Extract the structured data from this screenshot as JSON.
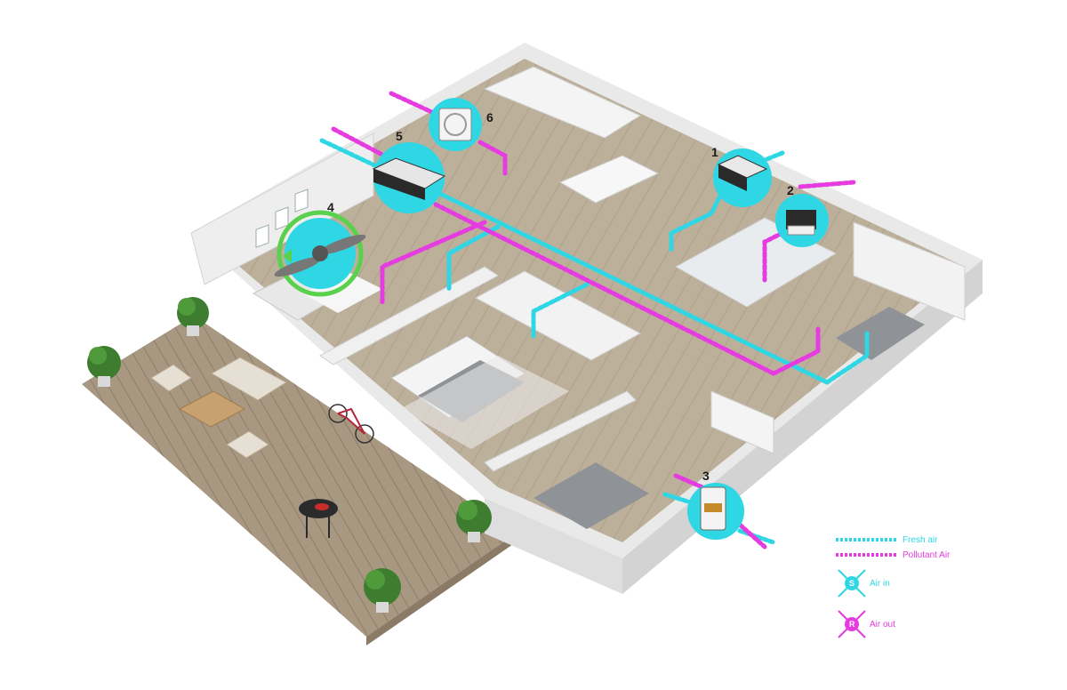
{
  "colors": {
    "fresh_air": "#2fd7e4",
    "pollutant_air": "#e53be0",
    "floor": "#b9aa94",
    "deck": "#9b8b78",
    "wall": "#f1f1f1",
    "wall_shadow": "#d6d6d6",
    "bed": "#8f9296",
    "grass": "#3e7d2f"
  },
  "units": [
    {
      "label": "1",
      "icon": "heat-recovery-unit-icon"
    },
    {
      "label": "2",
      "icon": "ceiling-fan-coil-icon"
    },
    {
      "label": "3",
      "icon": "wall-ventilator-icon"
    },
    {
      "label": "4",
      "icon": "ceiling-fan-icon"
    },
    {
      "label": "5",
      "icon": "ducted-unit-icon"
    },
    {
      "label": "6",
      "icon": "exhaust-fan-icon"
    }
  ],
  "legend": {
    "fresh_air": "Fresh air",
    "pollutant_air": "Pollutant Air",
    "air_in": "Air in",
    "air_out": "Air out",
    "air_in_letter": "S",
    "air_out_letter": "R"
  }
}
